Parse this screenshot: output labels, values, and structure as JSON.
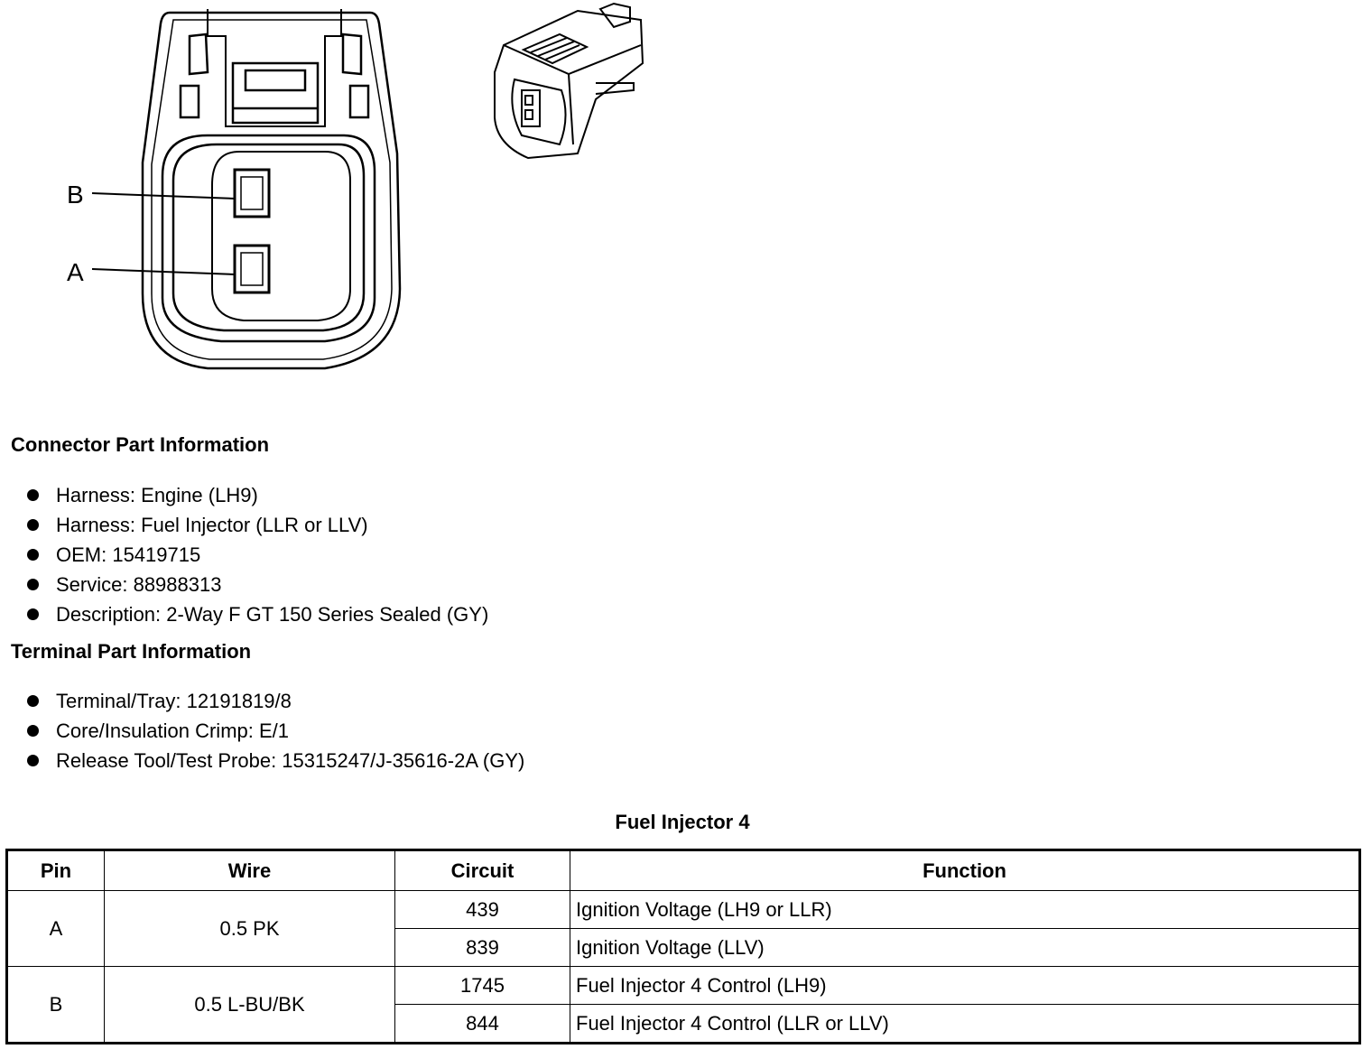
{
  "diagram": {
    "pin_labels": [
      "B",
      "A"
    ]
  },
  "connector_section": {
    "heading": "Connector Part Information",
    "items": [
      "Harness: Engine (LH9)",
      "Harness: Fuel Injector (LLR or LLV)",
      "OEM: 15419715",
      "Service: 88988313",
      "Description: 2-Way F GT 150 Series Sealed (GY)"
    ]
  },
  "terminal_section": {
    "heading": "Terminal Part Information",
    "items": [
      "Terminal/Tray: 12191819/8",
      "Core/Insulation Crimp: E/1",
      "Release Tool/Test Probe: 15315247/J-35616-2A (GY)"
    ]
  },
  "table": {
    "title": "Fuel Injector 4",
    "headers": [
      "Pin",
      "Wire",
      "Circuit",
      "Function"
    ],
    "groups": [
      {
        "pin": "A",
        "wire": "0.5 PK",
        "rows": [
          {
            "circuit": "439",
            "function": "Ignition Voltage (LH9 or LLR)"
          },
          {
            "circuit": "839",
            "function": "Ignition Voltage (LLV)"
          }
        ]
      },
      {
        "pin": "B",
        "wire": "0.5 L-BU/BK",
        "rows": [
          {
            "circuit": "1745",
            "function": "Fuel Injector 4 Control (LH9)"
          },
          {
            "circuit": "844",
            "function": "Fuel Injector 4 Control (LLR or LLV)"
          }
        ]
      }
    ]
  }
}
